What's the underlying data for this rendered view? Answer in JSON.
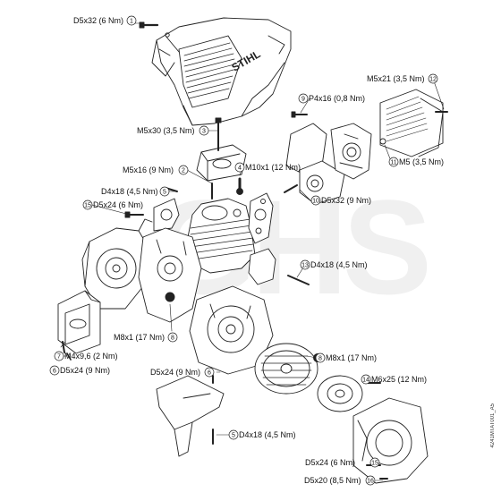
{
  "title": "",
  "parts": [
    {
      "num": "1",
      "spec": "D5x32 (6 Nm)"
    },
    {
      "num": "2",
      "spec": "M5x16 (9 Nm)"
    },
    {
      "num": "3",
      "spec": "M5x30 (3,5 Nm)"
    },
    {
      "num": "4",
      "spec": "M10x1 (12 Nm)"
    },
    {
      "num": "5",
      "spec": "D4x18 (4,5 Nm)"
    },
    {
      "num": "5",
      "spec": "D4x18 (4,5 Nm)"
    },
    {
      "num": "6",
      "spec": "D5x24 (9 Nm)"
    },
    {
      "num": "6",
      "spec": "D5x24 (9 Nm)"
    },
    {
      "num": "7",
      "spec": "M4x9,6 (2 Nm)"
    },
    {
      "num": "8",
      "spec": "M8x1 (17 Nm)"
    },
    {
      "num": "8",
      "spec": "M8x1 (17 Nm)"
    },
    {
      "num": "9",
      "spec": "P4x16 (0,8 Nm)"
    },
    {
      "num": "10",
      "spec": "D5x32 (9 Nm)"
    },
    {
      "num": "11",
      "spec": "M5 (3,5 Nm)"
    },
    {
      "num": "12",
      "spec": "M5x21 (3,5 Nm)"
    },
    {
      "num": "13",
      "spec": "D4x18 (4,5 Nm)"
    },
    {
      "num": "14",
      "spec": "M6x25 (12 Nm)"
    },
    {
      "num": "15",
      "spec": "D5x24 (6 Nm)"
    },
    {
      "num": "15",
      "spec": "D5x24 (6 Nm)"
    },
    {
      "num": "16",
      "spec": "D5x20 (8,5 Nm)"
    }
  ],
  "brand_text": "STIHL",
  "watermark": "GHS",
  "side_ref": "4241MTAT001_A5"
}
